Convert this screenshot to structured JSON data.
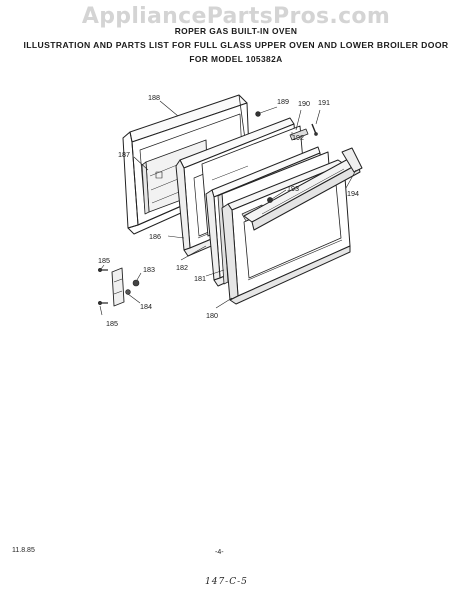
{
  "watermark": "AppliancePartsPros.com",
  "header": {
    "line1": "ROPER GAS BUILT-IN OVEN",
    "line2": "ILLUSTRATION AND PARTS LIST FOR FULL GLASS UPPER OVEN AND LOWER BROILER DOOR",
    "line3": "FOR MODEL 105382A"
  },
  "callouts": {
    "c180": "180",
    "c181": "181",
    "c182": "182",
    "c183": "183",
    "c184": "184",
    "c185a": "185",
    "c185b": "185",
    "c186": "186",
    "c187": "187",
    "c188": "188",
    "c189": "189",
    "c190": "190",
    "c191": "191",
    "c192": "192",
    "c193": "193",
    "c194": "194"
  },
  "footer": {
    "date": "11.8.85",
    "page": "-4-",
    "handwritten": "147-C-5"
  }
}
